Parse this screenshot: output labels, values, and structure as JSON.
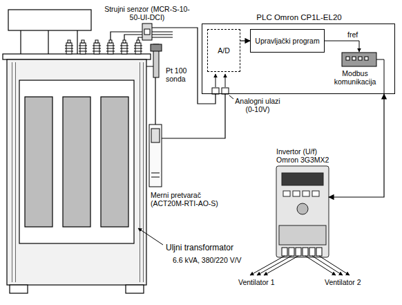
{
  "diagram": {
    "nodes": [
      {
        "text": [
          "Strujni senzor (MCR-S-10-50-UI-DCI)"
        ]
      },
      {
        "text": [
          "PLC Omron CP1L-EL20"
        ]
      },
      {
        "text": [
          "A/D"
        ],
        "in": 1
      },
      {
        "text": [
          "Upravljački program"
        ],
        "in": 1
      },
      {
        "text": [
          "Pt 100 sonda"
        ]
      },
      {
        "text": [
          "Merni pretvarač (ACT20M-RTI-AO-S)"
        ]
      },
      {
        "text": [
          "Invertor (U/f) Omron 3G3MX2"
        ]
      },
      {
        "text": [
          "Uljni transformator",
          "6.6 kVA, 380/220 V/V"
        ]
      }
    ],
    "edges": [
      {
        "from": 2,
        "to": 3,
        "arrow": "to"
      },
      {
        "from": 0,
        "to": 1,
        "arrow": "none"
      },
      {
        "from": 4,
        "to": 5,
        "arrow": "none"
      },
      {
        "from": 5,
        "to": 1,
        "arrow": "none"
      },
      {
        "from": 1,
        "to": 6,
        "arrow": "both"
      }
    ],
    "labels": [
      "Analogni ulazi (0-10V)",
      "fref",
      "Modbus komunikacija",
      "Ventilator 1",
      "Ventilator 2"
    ]
  }
}
